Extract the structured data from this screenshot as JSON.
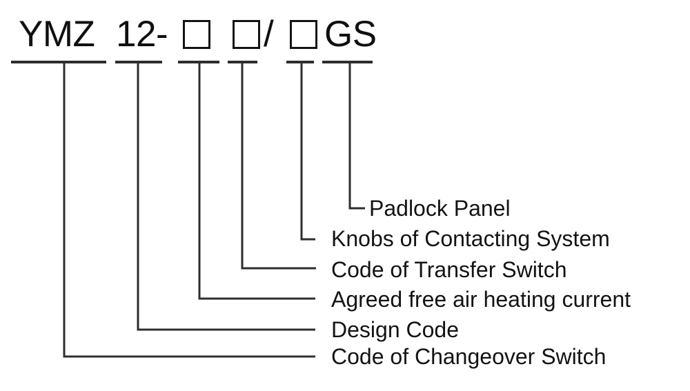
{
  "diagram": {
    "model_code": "YMZ 12-□ □/□GS",
    "segments": [
      "YMZ",
      "12-",
      "□",
      "□",
      "/",
      "□",
      "GS"
    ],
    "legend": [
      {
        "label": "Padlock Panel",
        "connects_to_segment_index": 6
      },
      {
        "label": "Knobs of Contacting System",
        "connects_to_segment_index": 5
      },
      {
        "label": "Code of Transfer Switch",
        "connects_to_segment_index": 3
      },
      {
        "label": "Agreed free air heating current",
        "connects_to_segment_index": 2
      },
      {
        "label": "Design Code",
        "connects_to_segment_index": 1
      },
      {
        "label": "Code of Changeover Switch",
        "connects_to_segment_index": 0
      }
    ],
    "colors": {
      "background": "#ffffff",
      "text": "#101010",
      "line": "#2e2e2e"
    }
  }
}
